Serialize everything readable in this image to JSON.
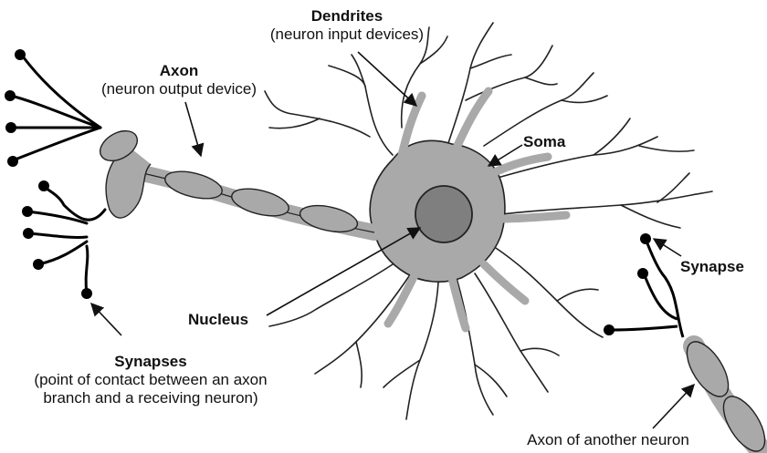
{
  "labels": {
    "dendrites": {
      "title": "Dendrites",
      "subtitle": "(neuron input devices)"
    },
    "axon": {
      "title": "Axon",
      "subtitle": "(neuron output device)"
    },
    "soma": {
      "title": "Soma"
    },
    "synapse": {
      "title": "Synapse"
    },
    "nucleus": {
      "title": "Nucleus"
    },
    "synapses": {
      "title": "Synapses",
      "subtitle_line1": "(point of contact between an axon",
      "subtitle_line2": "branch and a receiving neuron)"
    },
    "other_axon": {
      "title": "Axon of another neuron"
    }
  },
  "colors": {
    "cell_fill": "#a9a9a9",
    "nucleus_fill": "#7f7f7f",
    "outline": "#222222",
    "terminal": "#000000"
  }
}
